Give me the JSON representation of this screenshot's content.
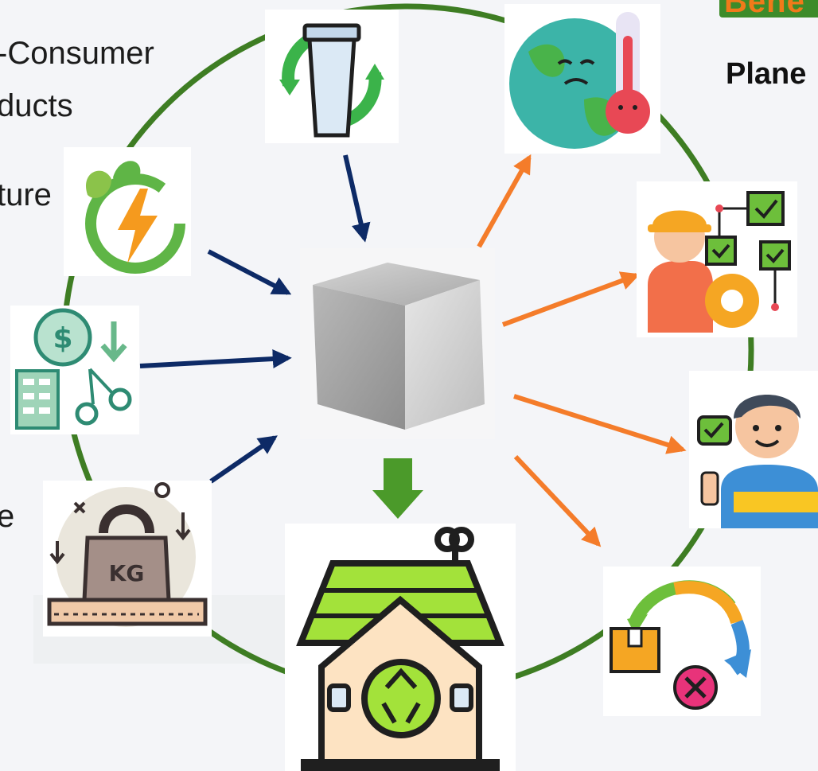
{
  "labels": {
    "left_top_line1": "-Consumer",
    "left_top_line2": "ducts",
    "left_mid": "ture",
    "left_bottom": "e",
    "right_title": "Plane",
    "corner_banner": "Bene"
  },
  "colors": {
    "circle": "#3e7d23",
    "inflow_arrow": "#0d2a66",
    "outflow_arrow": "#f47c2a",
    "down_arrow": "#4b9a2a"
  },
  "icons": {
    "recycled_cup": "recycled-cup-icon",
    "warming_earth": "warming-earth-icon",
    "green_energy": "green-energy-icon",
    "engineer_checklist": "engineer-checklist-icon",
    "cost_reduction": "cost-reduction-icon",
    "happy_customer": "happy-customer-icon",
    "weight_kg": "weight-kg-icon",
    "metal_cube": "metal-cube-image",
    "eco_house": "eco-house-icon",
    "returns_cycle": "returns-cycle-icon"
  }
}
